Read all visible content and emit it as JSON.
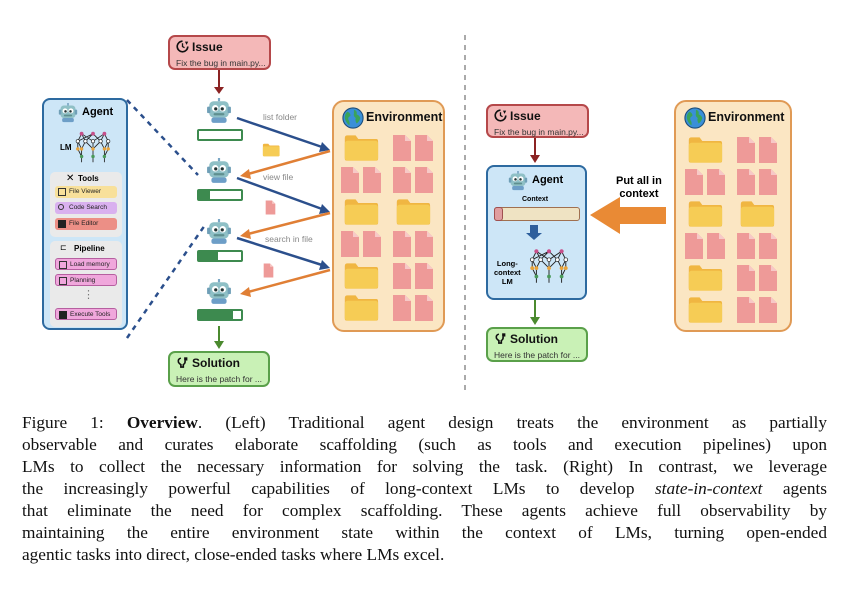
{
  "figure": {
    "left": {
      "issue": {
        "title": "Issue",
        "text": "Fix the bug in main.py..."
      },
      "agent_panel": {
        "title": "Agent",
        "lm_label": "LM",
        "tools": {
          "title": "Tools",
          "items": [
            "File Viewer",
            "Code Search",
            "File Editor"
          ]
        },
        "pipeline": {
          "title": "Pipeline",
          "items": [
            "Load memory",
            "Planning",
            "Execute Tools"
          ],
          "ellipsis": "⋮"
        }
      },
      "steps": [
        {
          "action": "list folder",
          "progress": 0.0
        },
        {
          "action": "view file",
          "progress": 0.25
        },
        {
          "action": "search in file",
          "progress": 0.45
        },
        {
          "action": "",
          "progress": 0.8
        }
      ],
      "environment": {
        "title": "Environment"
      },
      "solution": {
        "title": "Solution",
        "text": "Here is the patch for ..."
      }
    },
    "right": {
      "issue": {
        "title": "Issue",
        "text": "Fix the bug in main.py..."
      },
      "agent": {
        "title": "Agent",
        "context_label": "Context",
        "lm_label": "Long-\ncontext\nLM"
      },
      "put_all_label": "Put all in\ncontext",
      "environment": {
        "title": "Environment"
      },
      "solution": {
        "title": "Solution",
        "text": "Here is the patch for ..."
      }
    },
    "colors": {
      "issue_fill": "#f4b8b8",
      "issue_border": "#b5484a",
      "solution_fill": "#c9f1b6",
      "solution_border": "#5aa04a",
      "env_fill": "#fbe6c3",
      "env_border": "#e09a55",
      "agent_fill": "#cde6f7",
      "agent_border": "#2d6aa0",
      "folder": "#f6cc55",
      "file": "#ee9a98",
      "action_arrow": "#2b4f8c",
      "result_arrow": "#e07f35",
      "progress": "#3d8a4f"
    }
  },
  "caption": {
    "label": "Figure 1:",
    "bold": "Overview",
    "lines": [
      ". (Left) Traditional agent design treats the environment as partially",
      "observable and curates elaborate scaffolding (such as tools and execution pipelines) upon",
      "LMs to collect the necessary information for solving the task. (Right) In contrast, we leverage",
      "the increasingly powerful capabilities of long-context LMs to develop ",
      "that eliminate the need for complex scaffolding. These agents achieve full observability by",
      "maintaining the entire environment state within the context of LMs, turning open-ended",
      "agentic tasks into direct, close-ended tasks where LMs excel."
    ],
    "italic": "state-in-context",
    "line4_tail": " agents"
  }
}
